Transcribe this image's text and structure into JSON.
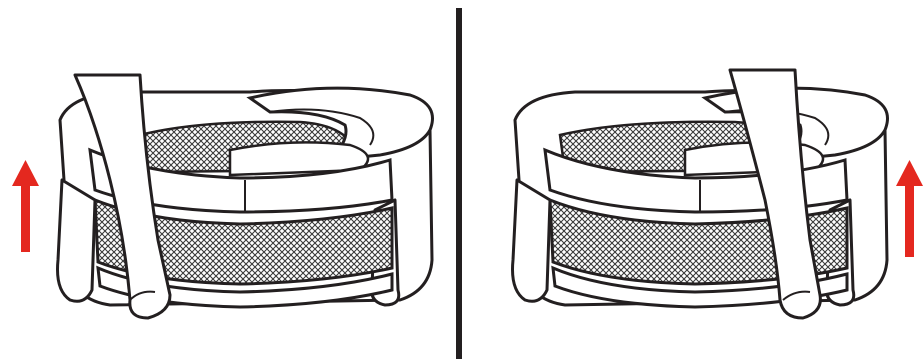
{
  "colors": {
    "line": "#231f20",
    "fill": "#ffffff",
    "mesh": "#3a3a3a",
    "arrow": "#e4281f",
    "divider": "#231f20"
  },
  "panels": [
    {
      "id": "left",
      "arrow_direction": "up",
      "arrow_side": "left",
      "hand": "left-side",
      "icon": "lift-arrow-icon"
    },
    {
      "id": "right",
      "arrow_direction": "up",
      "arrow_side": "right",
      "hand": "right-side",
      "icon": "lift-arrow-icon"
    }
  ]
}
